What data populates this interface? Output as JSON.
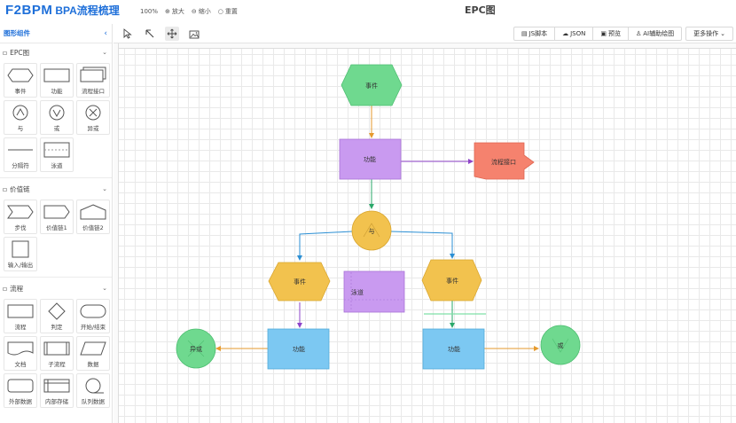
{
  "app": {
    "logo": "F2BPM",
    "logo_sub": "BPA流程梳理",
    "page_title": "EPC图"
  },
  "zoom": {
    "level": "100%",
    "zoom_in": "放大",
    "zoom_out": "缩小",
    "reset": "重置"
  },
  "sidebar": {
    "title": "图形组件",
    "groups": [
      {
        "name": "EPC图",
        "items": [
          "事件",
          "功能",
          "流程接口",
          "与",
          "或",
          "异或",
          "分隔符",
          "泳道"
        ]
      },
      {
        "name": "价值链",
        "items": [
          "步伐",
          "价值链1",
          "价值链2",
          "输入/输出"
        ]
      },
      {
        "name": "流程",
        "items": [
          "流程",
          "判定",
          "开始/结束",
          "文档",
          "子流程",
          "数据",
          "外部数据",
          "内部存储",
          "队列数据"
        ]
      }
    ]
  },
  "toolbar": {
    "js": "JS脚本",
    "json": "JSON",
    "preview": "预览",
    "ai": "AI辅助绘图",
    "more": "更多操作"
  },
  "diagram": {
    "nodes": {
      "event_top": "事件",
      "func_top": "功能",
      "proc_iface": "流程接口",
      "and": "与",
      "event_left": "事件",
      "swimlane": "泳道",
      "event_right": "事件",
      "func_left": "功能",
      "func_right": "功能",
      "xor": "异或",
      "or": "或"
    }
  },
  "colors": {
    "accent": "#1e6fd9",
    "event": "#f2c24e",
    "event_green": "#6fd98f",
    "func_purple": "#c99af0",
    "func_blue": "#7cc8f2",
    "iface": "#f5826e"
  }
}
